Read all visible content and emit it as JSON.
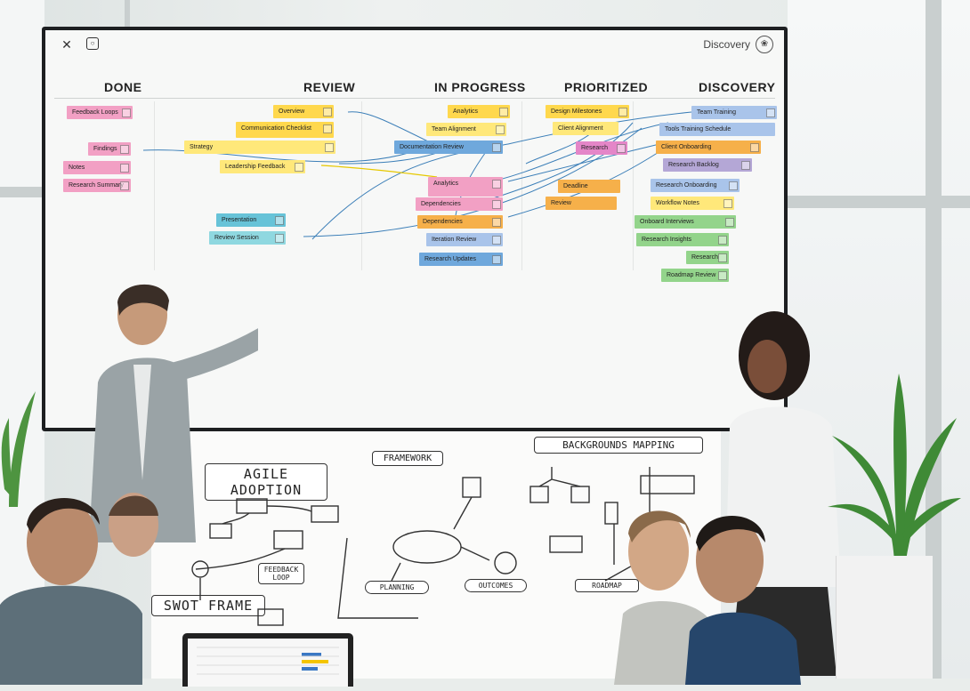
{
  "app": {
    "title": "Discovery"
  },
  "columns": [
    {
      "key": "done",
      "label": "DONE"
    },
    {
      "key": "review",
      "label": "REVIEW"
    },
    {
      "key": "in_progress",
      "label": "IN PROGRESS"
    },
    {
      "key": "prioritized",
      "label": "PRIORITIZED"
    },
    {
      "key": "discovery",
      "label": "DISCOVERY"
    }
  ],
  "cards": {
    "discovery": [
      "Team Training",
      "Tools Training Schedule",
      "Client Onboarding",
      "Research Backlog",
      "Research Onboarding",
      "Workflow Notes",
      "Onboard Interviews",
      "Research Insights",
      "Research",
      "Roadmap Review"
    ],
    "prioritized": [
      "Design Milestones",
      "Client Alignment",
      "Research",
      "Deadline",
      "Review"
    ],
    "in_progress": [
      "Analytics",
      "Team Alignment",
      "Documentation Review",
      "Dependencies",
      "Iteration Review",
      "Research Updates"
    ],
    "review": [
      "Overview",
      "Communication Checklist",
      "Strategy",
      "Leadership Feedback",
      "Presentation",
      "Review Session"
    ],
    "done": [
      "Feedback Loops",
      "Findings",
      "Notes",
      "Research Summary"
    ]
  },
  "whiteboard": {
    "title_left": "AGILE ADOPTION",
    "title_right": "BACKGROUNDS MAPPING",
    "label_framework": "FRAMEWORK",
    "label_feedback": "FEEDBACK LOOP",
    "label_swot": "SWOT FRAME",
    "label_outcome": "OUTCOMES",
    "label_planning": "PLANNING",
    "label_roadmap": "ROADMAP"
  },
  "colors": {
    "screen_bg": "#f7f8f7",
    "bezel": "#1d1f21",
    "card_blue": "#6fa8dc",
    "card_yellow": "#ffd84d",
    "card_green": "#93d48b",
    "card_pink": "#f2a0c4"
  },
  "icons": [
    "collapse-icon",
    "settings-icon",
    "discovery-logo-icon"
  ]
}
